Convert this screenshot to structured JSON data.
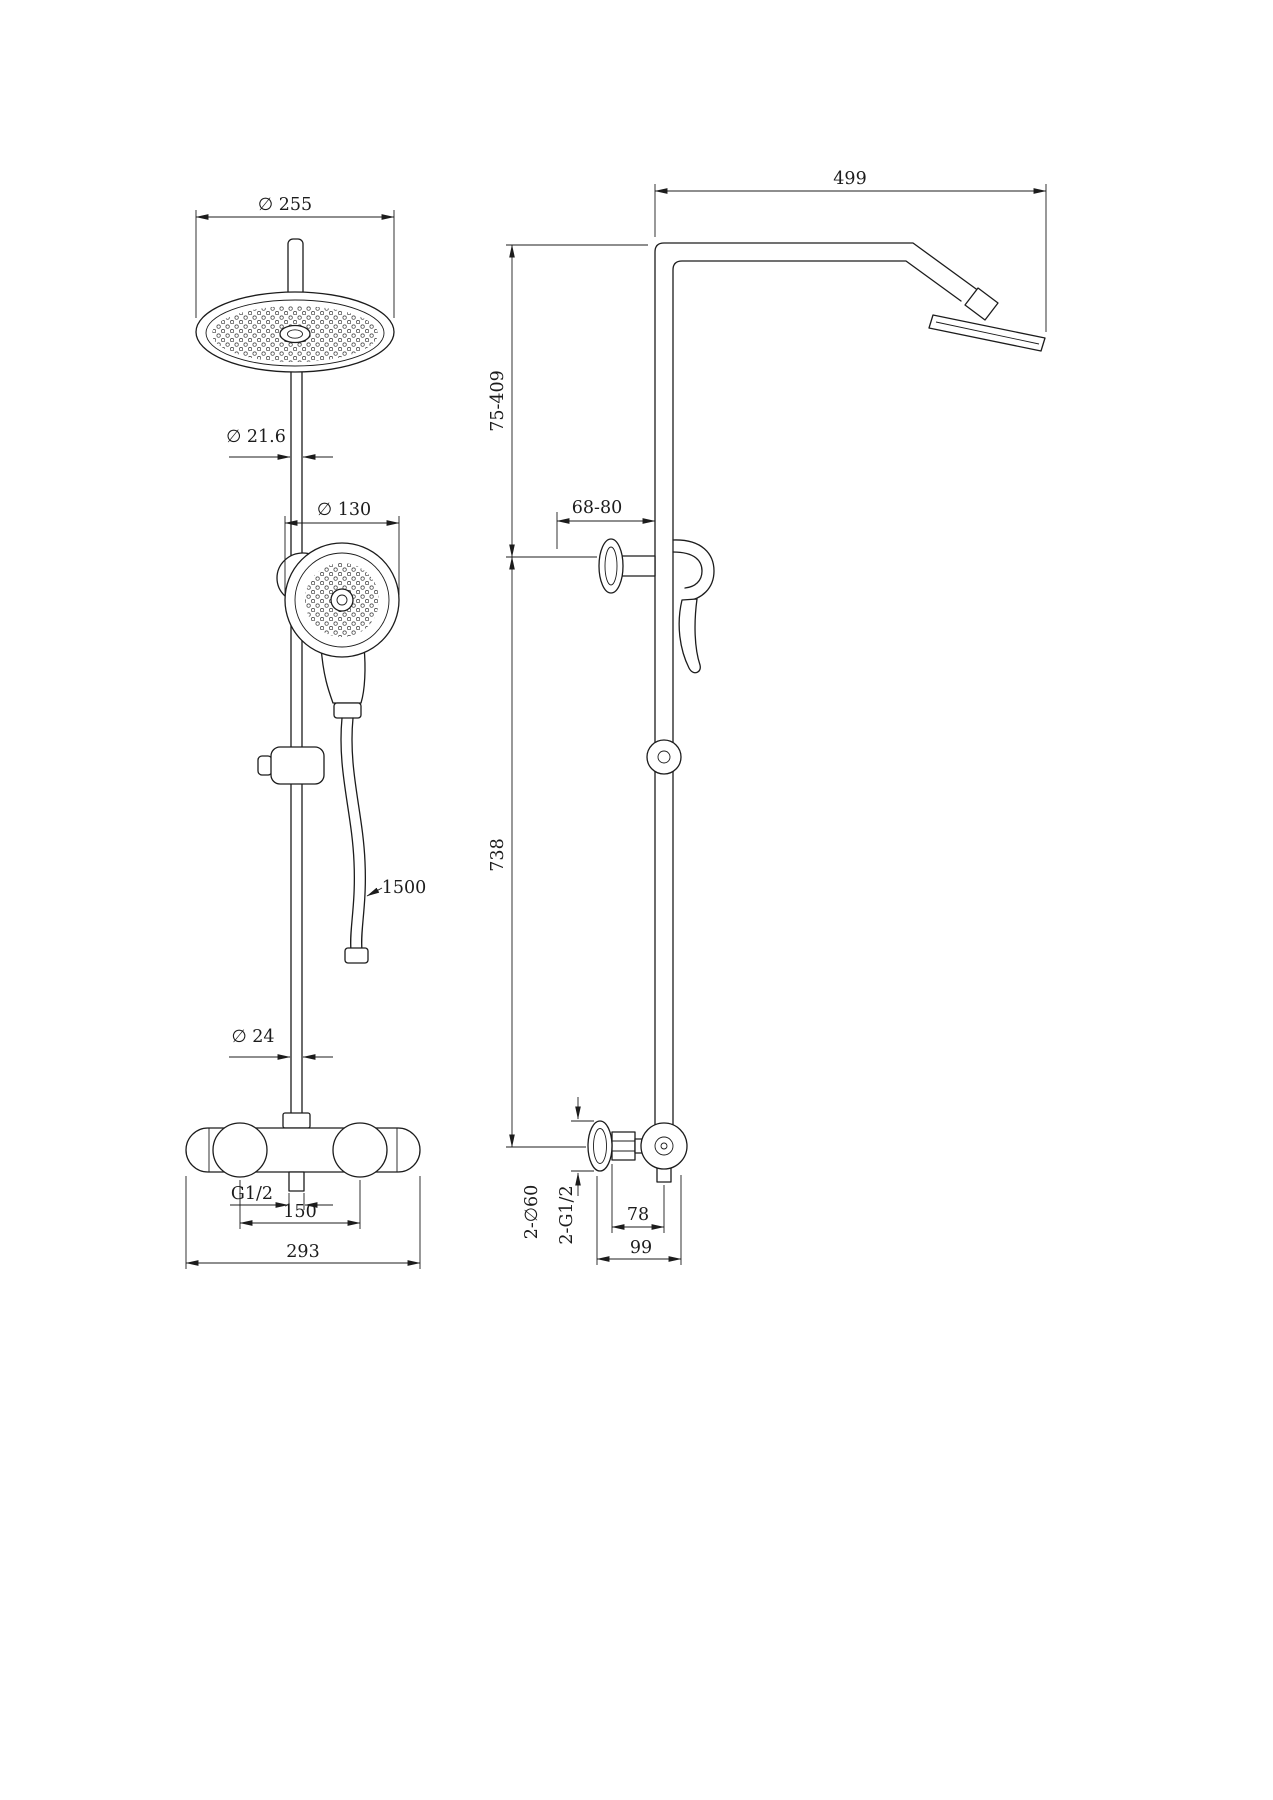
{
  "colors": {
    "line": "#1c1c1c",
    "background": "#ffffff"
  },
  "front_view": {
    "labels": {
      "overhead_diameter": "∅ 255",
      "riser_diameter": "∅ 21.6",
      "handshower_diameter": "∅ 130",
      "hose_length": "1500",
      "bar_diameter": "∅ 24",
      "outlet_thread": "G1/2",
      "inlet_spacing": "150",
      "valve_width": "293"
    }
  },
  "side_view": {
    "labels": {
      "arm_reach": "499",
      "head_height_range": "75-409",
      "bracket_depth_range": "68-80",
      "bar_length": "738",
      "flange_diameter": "2-∅60",
      "inlet_thread": "2-G1/2",
      "center_depth": "78",
      "overall_depth": "99"
    }
  }
}
